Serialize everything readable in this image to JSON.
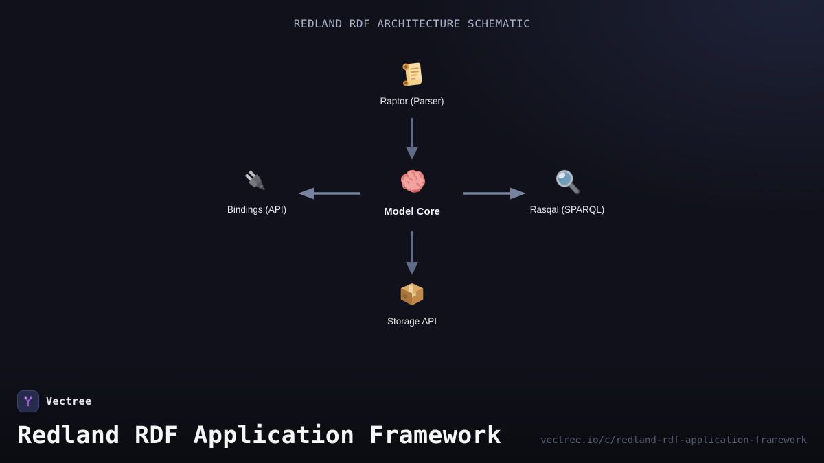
{
  "schematic": {
    "title": "REDLAND RDF ARCHITECTURE SCHEMATIC",
    "nodes": [
      {
        "id": "raptor",
        "label": "Raptor (Parser)",
        "icon": "scroll-icon"
      },
      {
        "id": "bindings",
        "label": "Bindings (API)",
        "icon": "plug-icon"
      },
      {
        "id": "model",
        "label": "Model Core",
        "icon": "brain-icon"
      },
      {
        "id": "rasqal",
        "label": "Rasqal (SPARQL)",
        "icon": "magnifier-icon"
      },
      {
        "id": "storage",
        "label": "Storage API",
        "icon": "package-box-icon"
      }
    ],
    "edges": [
      {
        "from": "raptor",
        "to": "model",
        "direction": "down"
      },
      {
        "from": "model",
        "to": "bindings",
        "direction": "left"
      },
      {
        "from": "model",
        "to": "rasqal",
        "direction": "right"
      },
      {
        "from": "model",
        "to": "storage",
        "direction": "down"
      }
    ]
  },
  "footer": {
    "brand": "Vectree",
    "title": "Redland RDF Application Framework",
    "url": "vectree.io/c/redland-rdf-application-framework"
  },
  "colors": {
    "background": "#10111a",
    "background_glow": "#2a3050",
    "arrow": "#68758f",
    "schematic_title_text": "#a9b4c8",
    "node_label_text": "#e8e8ee",
    "big_title_text": "#f6f6f8",
    "url_text": "#585d6e",
    "logo_background": "#272b4e",
    "logo_accent": "#b06ae0"
  }
}
